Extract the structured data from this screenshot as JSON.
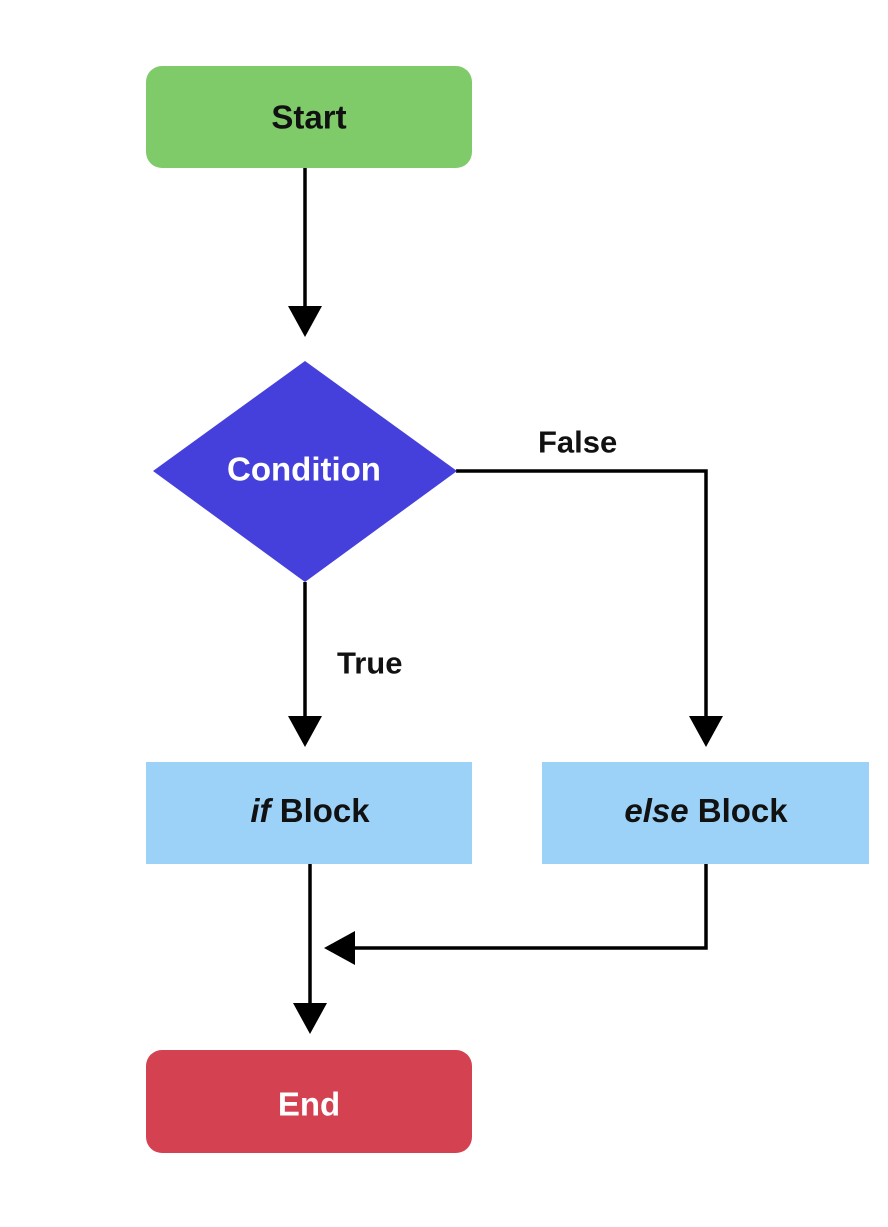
{
  "nodes": {
    "start": {
      "label": "Start",
      "fill": "#7fcb69",
      "text_color": "#111111"
    },
    "condition": {
      "label": "Condition",
      "fill": "#4540dc",
      "text_color": "#ffffff"
    },
    "if_block": {
      "keyword": "if",
      "label": " Block",
      "fill": "#9dd2f8",
      "text_color": "#111111"
    },
    "else_block": {
      "keyword": "else",
      "label": " Block",
      "fill": "#9dd2f8",
      "text_color": "#111111"
    },
    "end": {
      "label": "End",
      "fill": "#d44151",
      "text_color": "#ffffff"
    }
  },
  "edges": {
    "true_label": "True",
    "false_label": "False"
  },
  "colors": {
    "line": "#000000",
    "background": "#ffffff"
  }
}
